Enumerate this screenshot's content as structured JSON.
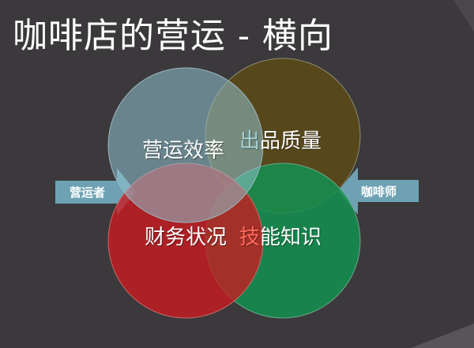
{
  "slide": {
    "title": "咖啡店的营运 - 横向",
    "background_color": "#3b393b"
  },
  "venn": {
    "circles": [
      {
        "id": "blue",
        "color": "#6c9aa8",
        "label": "营运效率"
      },
      {
        "id": "olive",
        "color": "#5f4f1e",
        "label_prefix": "出",
        "label_rest": "品质量"
      },
      {
        "id": "red",
        "color": "#cc1e22",
        "label": "财务状况"
      },
      {
        "id": "green",
        "color": "#1e8a4e",
        "label_prefix": "技",
        "label_rest": "能知识"
      }
    ]
  },
  "arrows": {
    "left": {
      "label": "营运者",
      "color": "#6ea2b3",
      "direction": "right"
    },
    "right": {
      "label": "咖啡师",
      "color": "#6ea2b3",
      "direction": "left"
    }
  }
}
